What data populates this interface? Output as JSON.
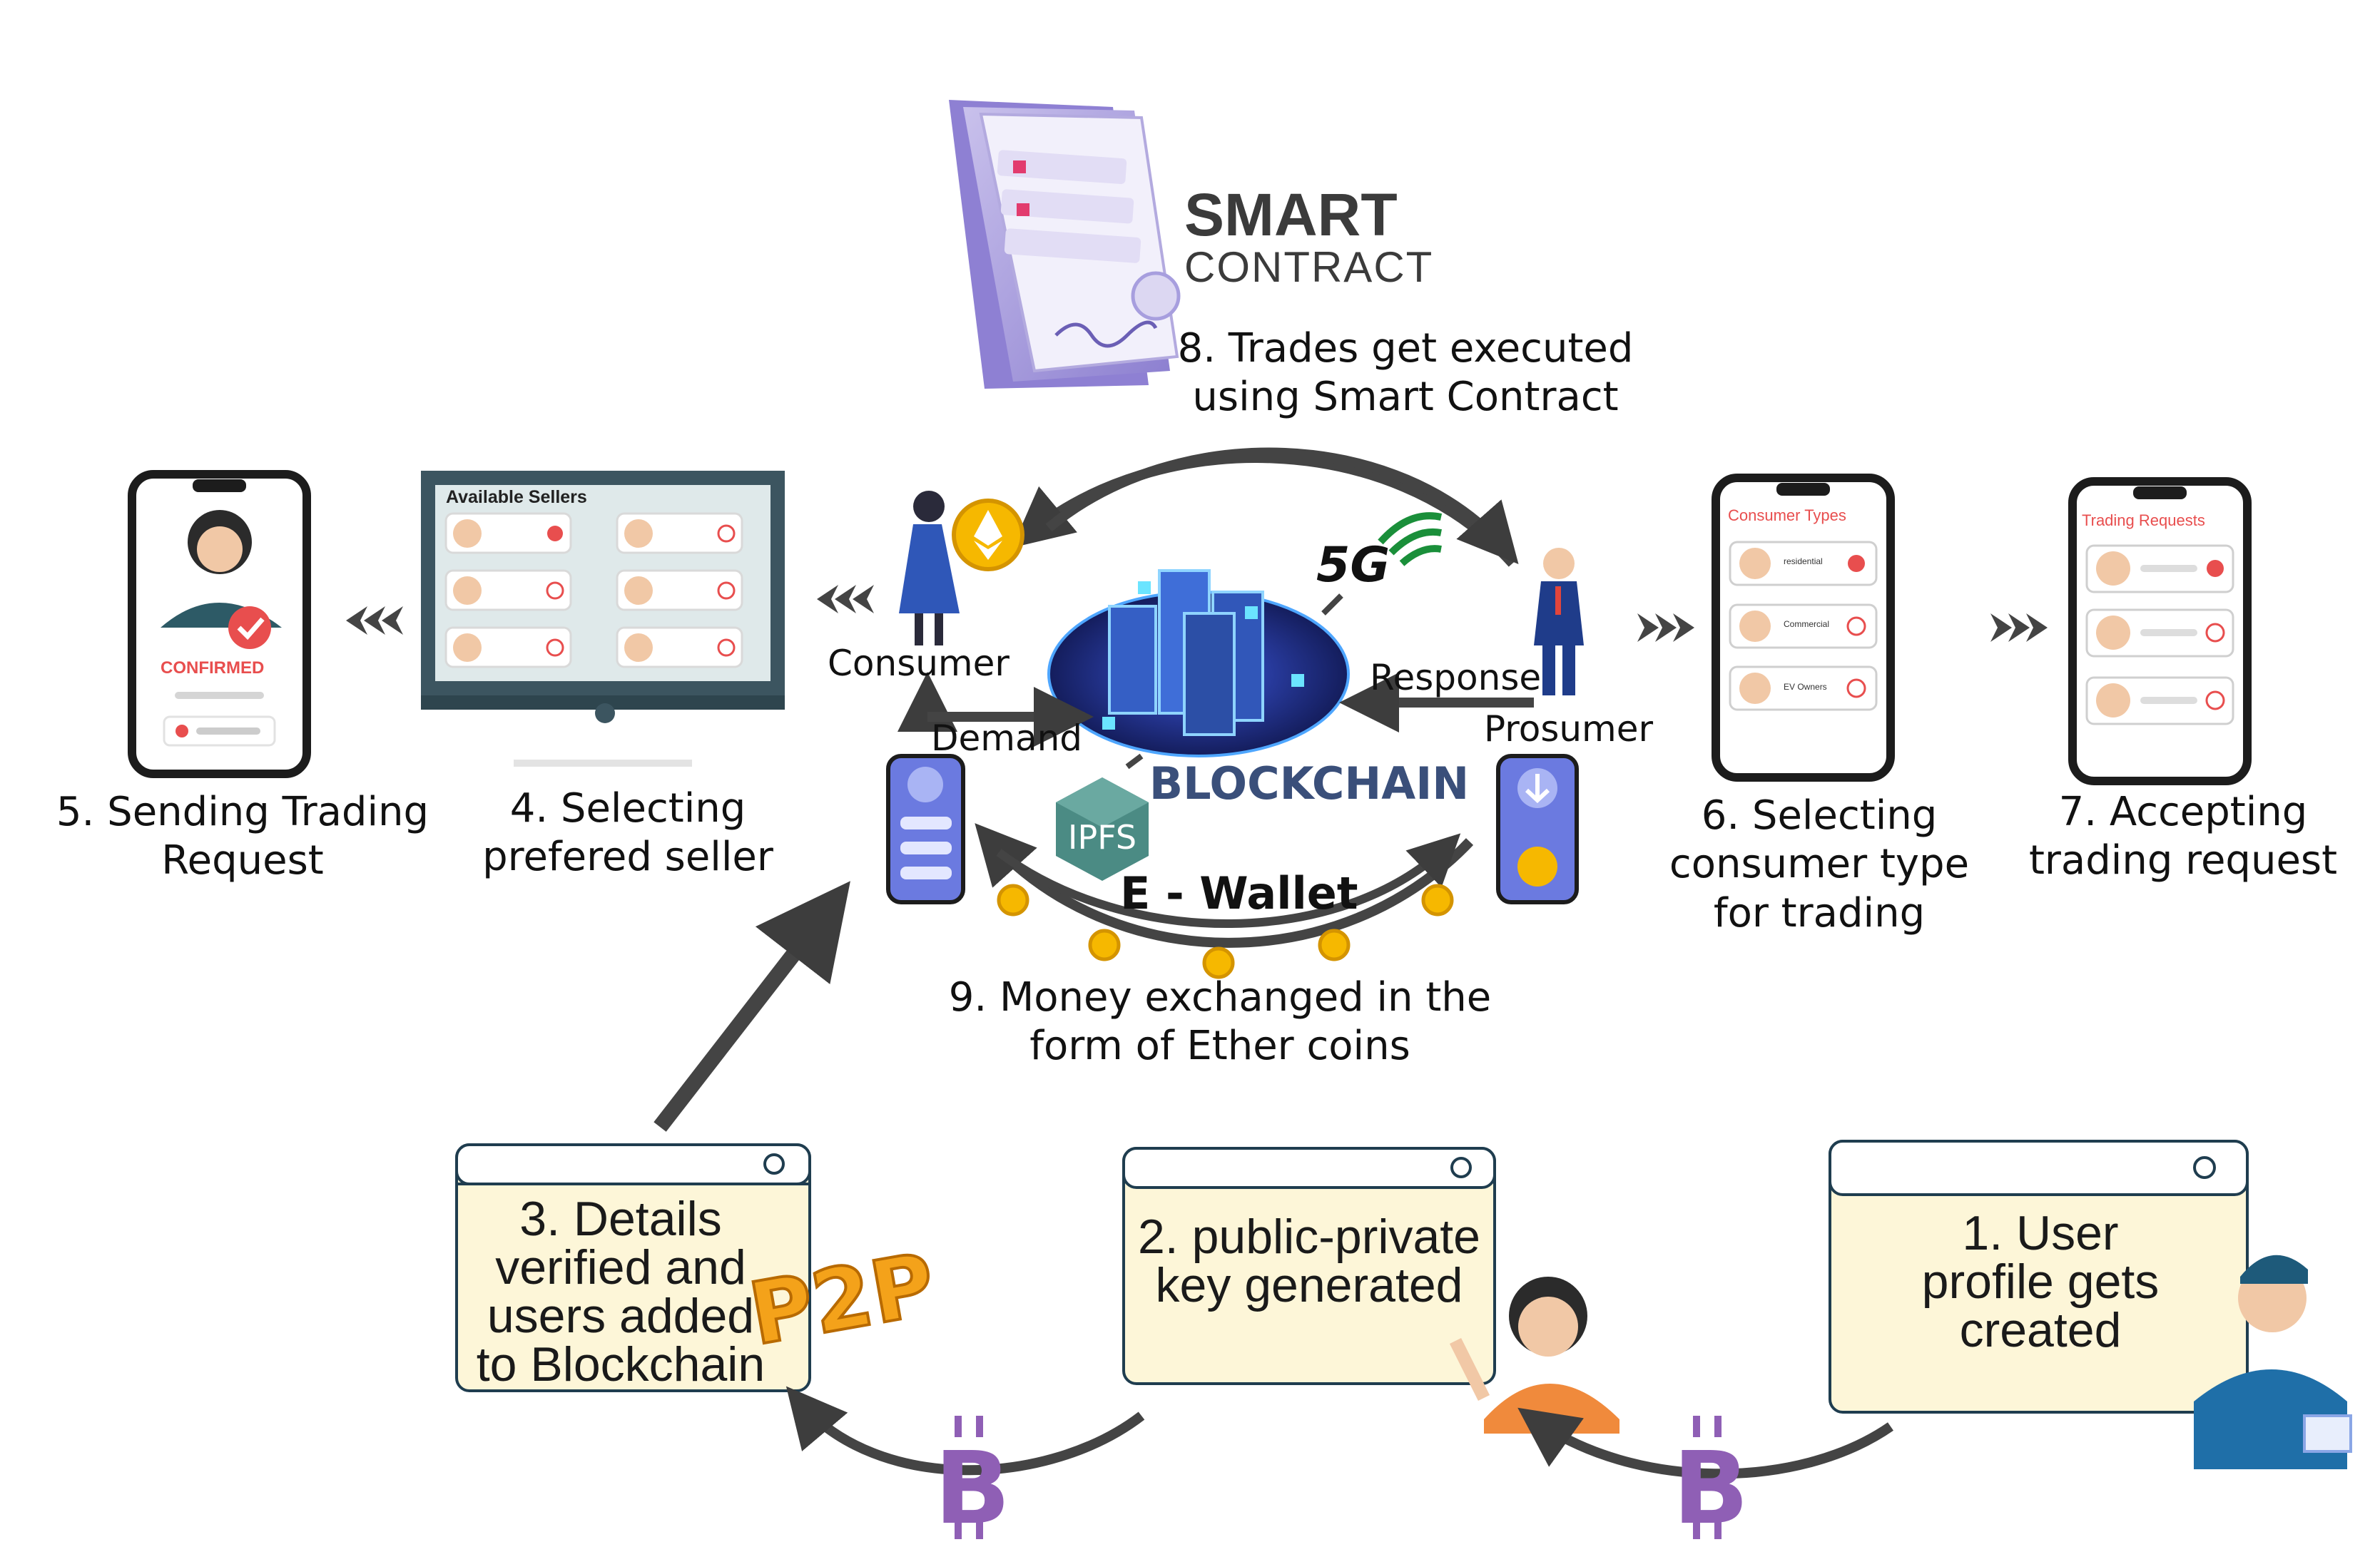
{
  "colors": {
    "arrow": "#3d3d3d",
    "box_fill": "#fdf6d8",
    "box_border": "#1f3d4f",
    "accent_red": "#e84e4e",
    "phone_frame": "#1c1c1c",
    "monitor_frame": "#3c5560",
    "bitcoin": "#8f5fb5",
    "ether_coin": "#f6b800",
    "p2p": "#f4a21a",
    "blockchain_base": "#1e2a7a",
    "ipfs": "#4b8b84"
  },
  "smart_contract": {
    "title_line1": "SMART",
    "title_line2": "CONTRACT"
  },
  "steps": {
    "step8": "8. Trades get executed\nusing Smart Contract",
    "step5": "5. Sending Trading\nRequest",
    "step4": "4. Selecting\nprefered seller",
    "step6": "6. Selecting\nconsumer type\nfor trading",
    "step7": "7. Accepting\ntrading request",
    "step9": "9. Money exchanged in the\nform of Ether coins",
    "step3": "3. Details\nverified and\nusers added\nto Blockchain",
    "step2": "2. public-private\nkey generated",
    "step1": "1. User\nprofile gets\ncreated"
  },
  "center": {
    "consumer": "Consumer",
    "prosumer": "Prosumer",
    "demand": "Demand",
    "response": "Response",
    "blockchain": "BLOCKCHAIN",
    "ipfs": "IPFS",
    "fiveg": "5G",
    "ewallet": "E - Wallet"
  },
  "phones": {
    "confirmed": "CONFIRMED",
    "available_sellers": "Available Sellers",
    "consumer_types": {
      "title": "Consumer Types",
      "items": [
        "residential",
        "Commercial",
        "EV Owners"
      ]
    },
    "trading_requests": "Trading Requests"
  },
  "p2p": "P2P",
  "bitcoin_symbol": "B",
  "icons": [
    "smart-contract-document-icon",
    "ether-coin-icon",
    "bitcoin-icon",
    "p2p-icon",
    "server-blockchain-icon",
    "wallet-phone-icon",
    "chevron-left-icon",
    "chevron-right-icon",
    "signal-5g-icon",
    "ipfs-cube-icon"
  ]
}
